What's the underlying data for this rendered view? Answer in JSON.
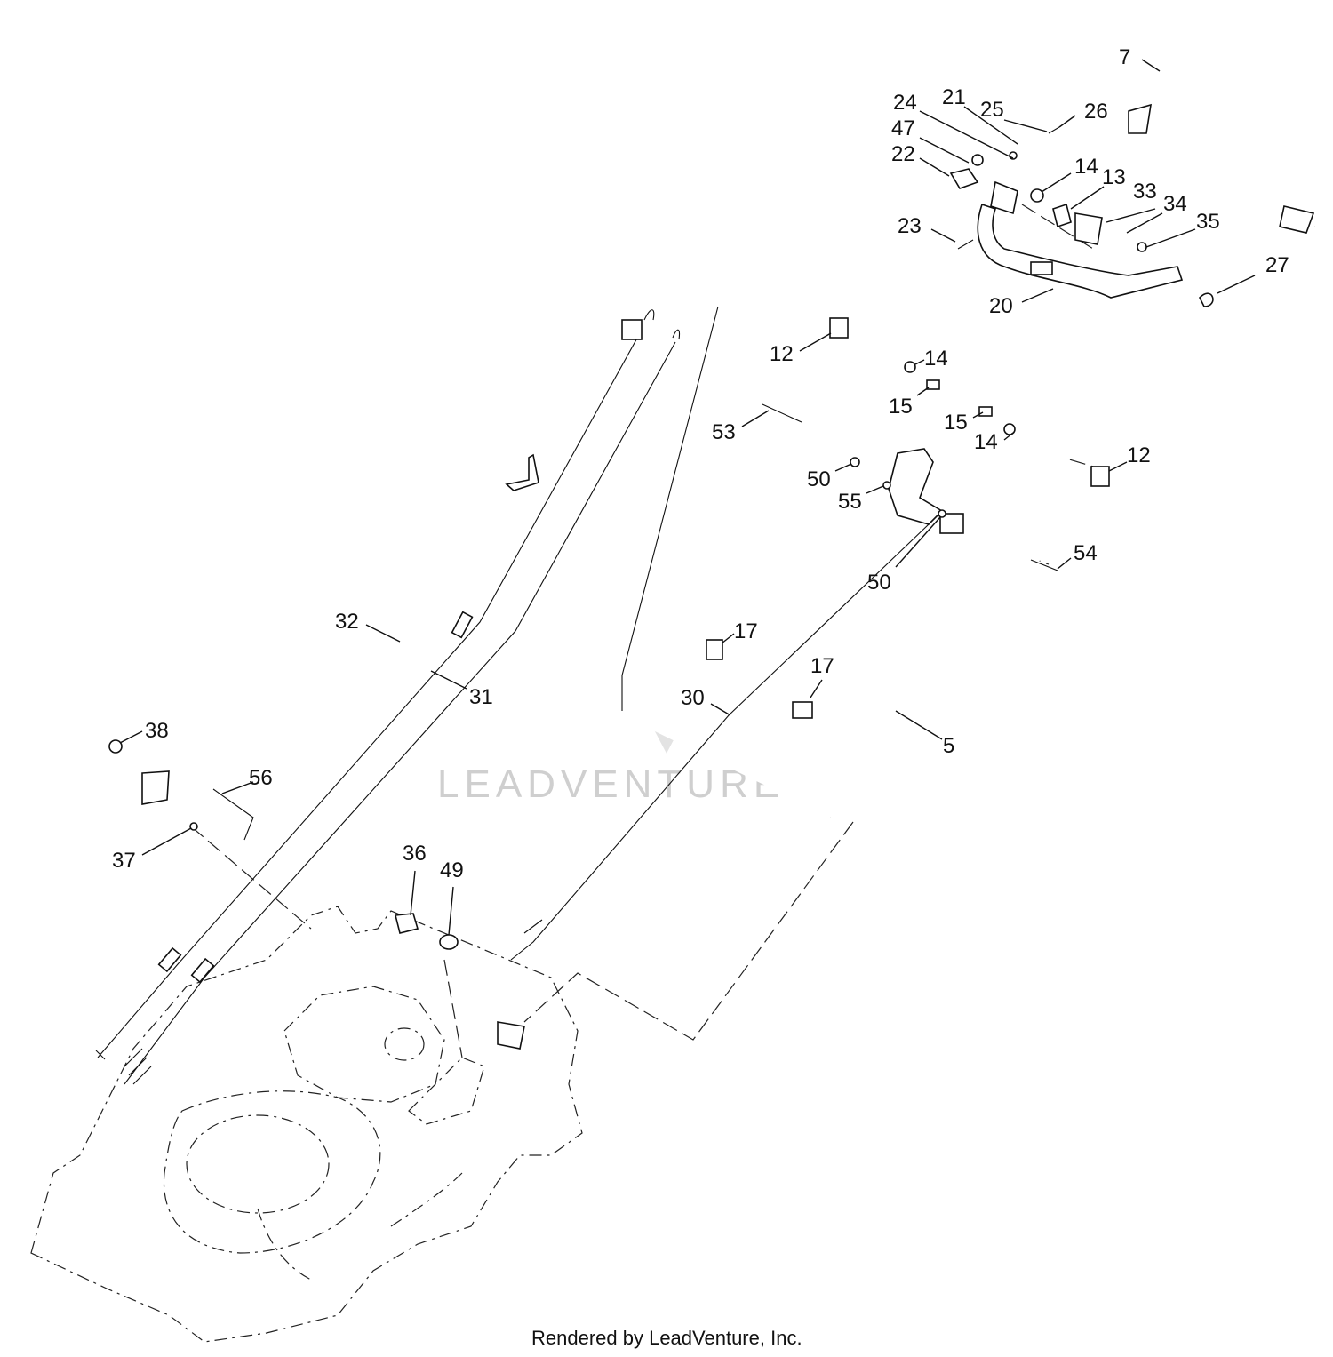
{
  "watermark": "LEADVENTURE",
  "credit": "Rendered by LeadVenture, Inc.",
  "callouts": [
    {
      "id": "7",
      "text": "7"
    },
    {
      "id": "24",
      "text": "24"
    },
    {
      "id": "21",
      "text": "21"
    },
    {
      "id": "25",
      "text": "25"
    },
    {
      "id": "26",
      "text": "26"
    },
    {
      "id": "47",
      "text": "47"
    },
    {
      "id": "22",
      "text": "22"
    },
    {
      "id": "14a",
      "text": "14"
    },
    {
      "id": "13",
      "text": "13"
    },
    {
      "id": "33",
      "text": "33"
    },
    {
      "id": "34",
      "text": "34"
    },
    {
      "id": "35",
      "text": "35"
    },
    {
      "id": "23",
      "text": "23"
    },
    {
      "id": "27",
      "text": "27"
    },
    {
      "id": "20",
      "text": "20"
    },
    {
      "id": "12a",
      "text": "12"
    },
    {
      "id": "14b",
      "text": "14"
    },
    {
      "id": "15a",
      "text": "15"
    },
    {
      "id": "53",
      "text": "53"
    },
    {
      "id": "15b",
      "text": "15"
    },
    {
      "id": "14c",
      "text": "14"
    },
    {
      "id": "12b",
      "text": "12"
    },
    {
      "id": "50a",
      "text": "50"
    },
    {
      "id": "55",
      "text": "55"
    },
    {
      "id": "54",
      "text": "54"
    },
    {
      "id": "50b",
      "text": "50"
    },
    {
      "id": "32",
      "text": "32"
    },
    {
      "id": "17a",
      "text": "17"
    },
    {
      "id": "31",
      "text": "31"
    },
    {
      "id": "17b",
      "text": "17"
    },
    {
      "id": "30",
      "text": "30"
    },
    {
      "id": "5",
      "text": "5"
    },
    {
      "id": "38",
      "text": "38"
    },
    {
      "id": "56",
      "text": "56"
    },
    {
      "id": "37",
      "text": "37"
    },
    {
      "id": "36",
      "text": "36"
    },
    {
      "id": "49",
      "text": "49"
    }
  ]
}
